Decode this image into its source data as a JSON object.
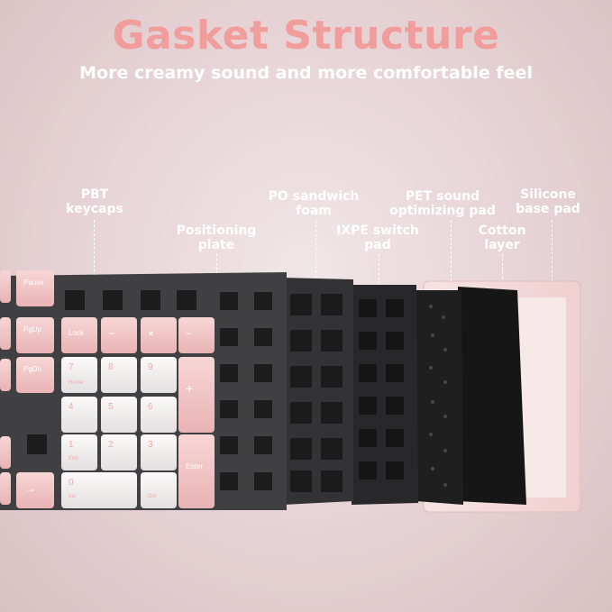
{
  "title": "Gasket Structure",
  "subtitle": "More creamy sound and more comfortable feel",
  "layers": [
    {
      "line1": "PBT",
      "line2": "keycaps"
    },
    {
      "line1": "Positioning",
      "line2": "plate"
    },
    {
      "line1": "PO sandwich",
      "line2": "foam"
    },
    {
      "line1": "IXPE switch",
      "line2": "pad"
    },
    {
      "line1": "PET sound",
      "line2": "optimizing pad"
    },
    {
      "line1": "Cotton",
      "line2": "layer"
    },
    {
      "line1": "Silicone",
      "line2": "base pad"
    }
  ],
  "keys": {
    "pause": "Pause",
    "pgup": "PgUp",
    "pgdn": "PgDn",
    "lock": "Lock",
    "minus": "−",
    "times": "×",
    "dash": "−",
    "n7": "7",
    "n8": "8",
    "n9": "9",
    "n4": "4",
    "n5": "5",
    "n6": "6",
    "n1": "1",
    "n2": "2",
    "n3": "3",
    "n0": "0",
    "del": "Del",
    "plus": "+",
    "enter": "Enter",
    "home": "Home",
    "end": "End",
    "ins": "Ins",
    "arrow": "→"
  },
  "colors": {
    "title": "#f09d9c",
    "pink_key": "#f3c9c9",
    "white_key": "#f4f1f1",
    "plate": "#3b3b3c",
    "foam": "#2a2a2b",
    "case": "#f3dcdc"
  }
}
